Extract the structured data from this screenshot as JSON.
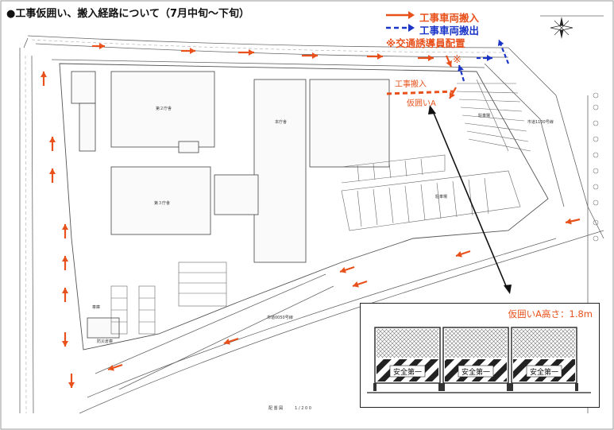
{
  "title": "●工事仮囲い、搬入経路について（7月中旬〜下旬）",
  "legend": {
    "in_label": "工事車両搬入",
    "out_label": "工事車両搬出",
    "guard_label": "※交通誘導員配置",
    "in_color": "#e8511b",
    "out_color": "#1a35c8"
  },
  "map_labels": {
    "entry_label": "工事搬入",
    "fence_label": "仮囲いA",
    "guard_mark": "※",
    "road_label": "市道1130号線",
    "parking_a": "駐車場",
    "parking_b": "駐車場",
    "bldg_1": "第２庁舎",
    "bldg_2": "第３庁舎",
    "bldg_3": "本庁舎",
    "area_1": "車庫",
    "area_2": "防災倉庫",
    "road_bottom": "市道0050号線",
    "scale_text": "配 置 図　　　1 / 2 0 0"
  },
  "inset": {
    "title": "仮囲いA高さ：1.8m",
    "panel_text": "安全第一",
    "panel_count": 3
  },
  "compass_icon": "north-arrow-icon"
}
